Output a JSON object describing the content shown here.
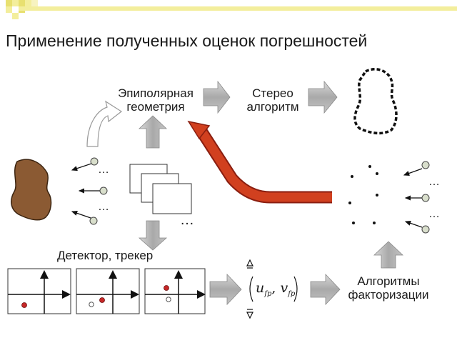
{
  "title": "Применение полученных оценок погрешностей",
  "labels": {
    "epipolar": [
      "Эпиполярная",
      "геометрия"
    ],
    "stereo": [
      "Стерео",
      "алгоритм"
    ],
    "detector": "Детектор, трекер",
    "factorization": [
      "Алгоритмы",
      "факторизации"
    ]
  },
  "diagram": {
    "ellipsis": "…"
  },
  "formula": {
    "u": "u",
    "v": "v",
    "sub": "fp",
    "sep": ","
  },
  "colors": {
    "accent_red": "#d1401f",
    "object_brown": "#8b5a33",
    "arrow_gray": "#a9a9a9",
    "decor_yellow": "#e8e070"
  }
}
